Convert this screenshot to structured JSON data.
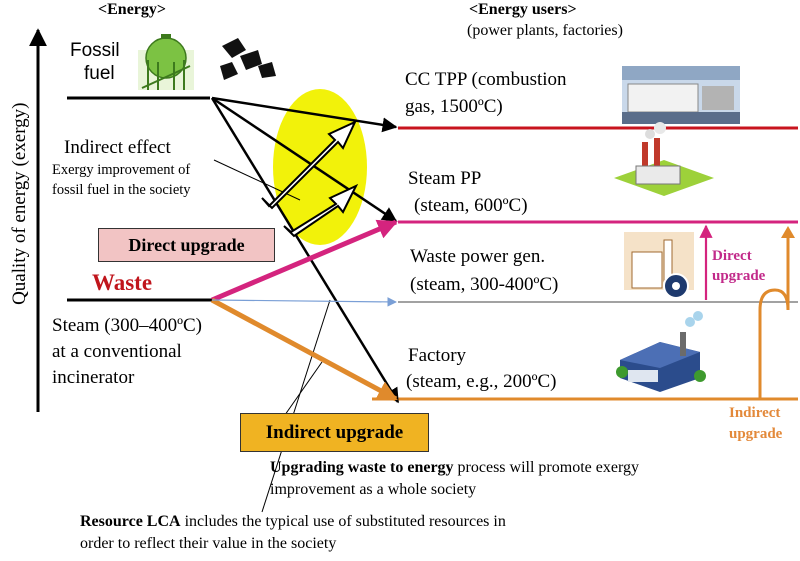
{
  "energy_header": "<Energy>",
  "users_header": "<Energy users>",
  "users_subheader": "(power plants, factories)",
  "y_axis_label": "Quality of energy (exergy)",
  "fossil": {
    "line1": "Fossil",
    "line2": "fuel"
  },
  "indirect_effect": {
    "title": "Indirect effect",
    "desc1": "Exergy improvement of",
    "desc2": "fossil fuel in the society"
  },
  "direct_upgrade_box": "Direct upgrade",
  "waste_label": "Waste",
  "steam_source": {
    "line1": "Steam (300–400ºC)",
    "line2": "at a conventional",
    "line3": "incinerator"
  },
  "users": {
    "cc_tpp": {
      "line1": "CC TPP (combustion",
      "line2": "gas, 1500ºC)"
    },
    "steam_pp": {
      "line1": "Steam PP",
      "line2": "(steam, 600ºC)"
    },
    "waste_power": {
      "line1": "Waste power gen.",
      "line2": "(steam, 300-400ºC)"
    },
    "factory": {
      "line1": "Factory",
      "line2": "(steam, e.g., 200ºC)"
    }
  },
  "right_labels": {
    "direct_1": "Direct",
    "direct_2": "upgrade",
    "indirect_1": "Indirect",
    "indirect_2": "upgrade"
  },
  "indirect_upgrade_box": "Indirect upgrade",
  "note_upgrading": {
    "bold": "Upgrading  waste to energy",
    "rest": " process  will  promote exergy",
    "line2": "improvement  as a whole society"
  },
  "note_lca": {
    "bold": "Resource LCA",
    "rest": " includes the typical use of substituted resources in",
    "line2": "order to reflect their value  in the society"
  },
  "colors": {
    "red": "#c8141e",
    "magenta": "#d4247e",
    "orange": "#e08a2c",
    "blue": "#7a9fd6",
    "yellow": "#f2f20a",
    "direct_box_fill": "#f2c4c4",
    "indirect_box_fill": "#f0b322",
    "label_magenta": "#c22a8a",
    "label_orange": "#e3893a",
    "waste_red": "#c0151c"
  }
}
